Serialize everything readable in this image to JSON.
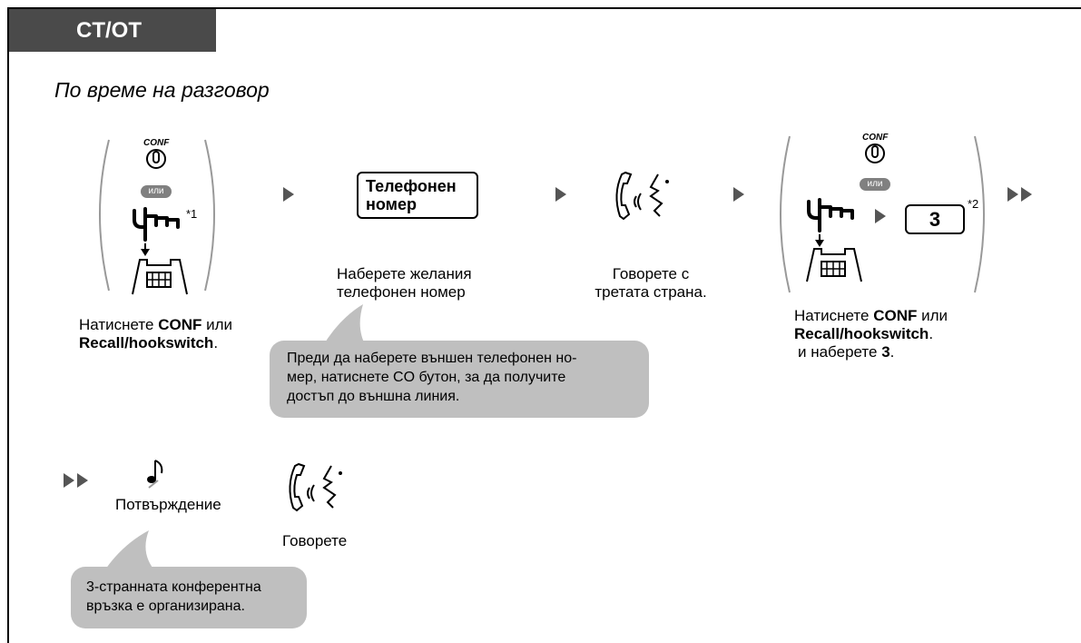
{
  "header": {
    "tab_label": "CT/OT"
  },
  "subtitle": "По време на разговор",
  "step1": {
    "conf_label": "CONF",
    "or_label": "или",
    "footnote": "*1",
    "caption_pre": "Натиснете ",
    "caption_bold1": "CONF",
    "caption_mid": " или",
    "caption_bold2": "Recall/hookswitch",
    "caption_end": "."
  },
  "step2": {
    "button_line1": "Телефонен",
    "button_line2": "номер",
    "caption_line1": "Наберете желания",
    "caption_line2": "телефонен номер",
    "bubble_line1": "Преди да наберете външен телефонен но-",
    "bubble_line2": "мер, натиснете CO бутон, за да получите",
    "bubble_line3": "достъп до външна линия."
  },
  "step3": {
    "caption_line1": "Говорете с",
    "caption_line2": "третата страна."
  },
  "step4": {
    "conf_label": "CONF",
    "or_label": "или",
    "key_label": "3",
    "footnote": "*2",
    "caption_pre": "Натиснете ",
    "caption_bold1": "CONF",
    "caption_mid": " или",
    "caption_bold2": "Recall/hookswitch",
    "caption_end": ".",
    "caption_line3_pre": "и наберете ",
    "caption_line3_bold": "3",
    "caption_line3_end": "."
  },
  "step5": {
    "tone_label": "Потвърждение",
    "talk_label": "Говорете",
    "bubble_line1": "3-странната конферентна",
    "bubble_line2": "връзка е организирана."
  },
  "colors": {
    "header_bg": "#4a4a4a",
    "bubble_bg": "#bfbfbf",
    "arrow": "#555555",
    "or_badge": "#808080"
  }
}
